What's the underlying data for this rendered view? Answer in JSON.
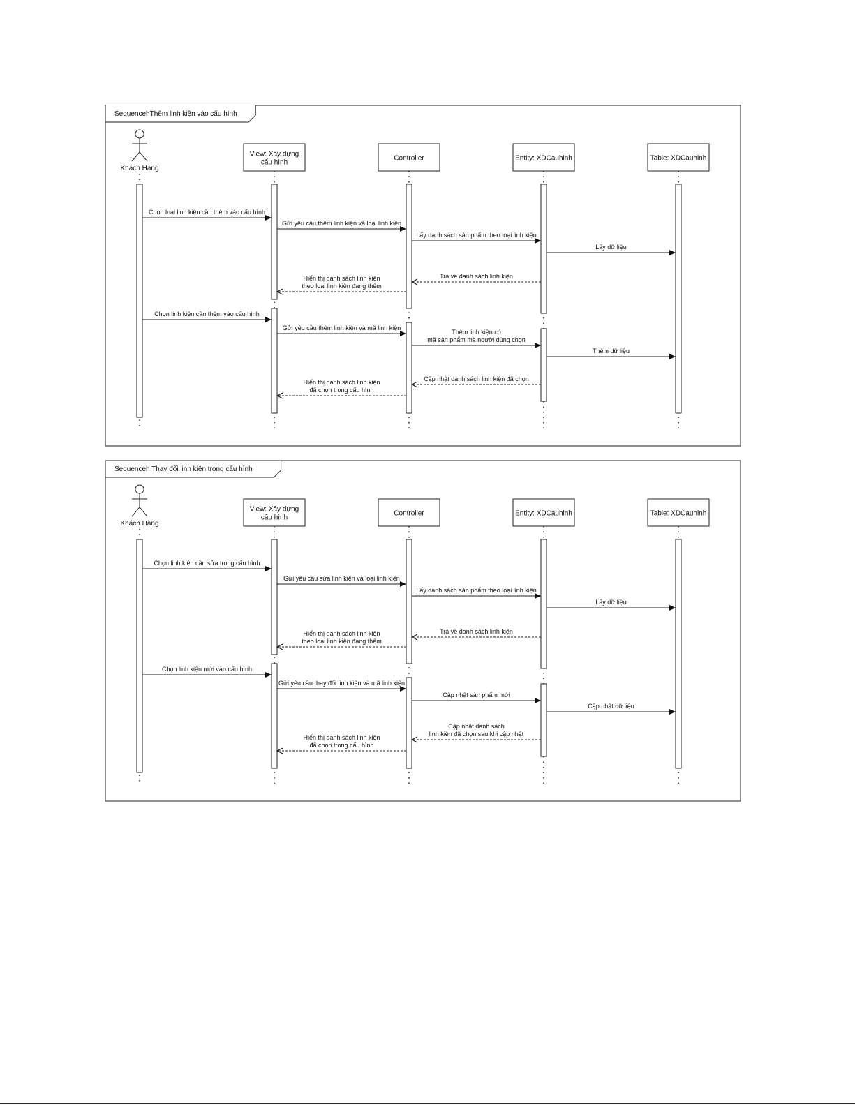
{
  "diagrams": [
    {
      "title": "SequencehThêm linh kiện vào cấu hình",
      "participants": [
        {
          "id": "kh",
          "label": [
            "Khách Hàng"
          ],
          "actor": true
        },
        {
          "id": "view",
          "label": [
            "View: Xây dựng",
            "cấu hình"
          ]
        },
        {
          "id": "ctrl",
          "label": [
            "Controller"
          ]
        },
        {
          "id": "entity",
          "label": [
            "Entity: XDCauhinh"
          ]
        },
        {
          "id": "table",
          "label": [
            "Table: XDCauhinh"
          ]
        }
      ],
      "messages": [
        {
          "from": "kh",
          "to": "view",
          "type": "sync",
          "label": [
            "Chọn loại linh kiện cần thêm vào cấu hình"
          ]
        },
        {
          "from": "view",
          "to": "ctrl",
          "type": "sync",
          "label": [
            "Gửi yêu cầu thêm linh kiện và loại linh kiện"
          ]
        },
        {
          "from": "ctrl",
          "to": "entity",
          "type": "sync",
          "label": [
            "Lấy danh sách sản phẩm theo loại linh kiện"
          ]
        },
        {
          "from": "entity",
          "to": "table",
          "type": "sync",
          "label": [
            "Lấy dữ liệu"
          ]
        },
        {
          "from": "entity",
          "to": "ctrl",
          "type": "reply",
          "label": [
            "Trả về danh sách linh kiện"
          ]
        },
        {
          "from": "ctrl",
          "to": "view",
          "type": "reply",
          "label": [
            "Hiển thị danh sách linh kiện",
            "theo loại linh kiện đang thêm"
          ]
        },
        {
          "from": "kh",
          "to": "view",
          "type": "sync",
          "label": [
            "Chọn linh kiện cần thêm vào cấu hình"
          ]
        },
        {
          "from": "view",
          "to": "ctrl",
          "type": "sync",
          "label": [
            "Gửi yêu cầu thêm linh kiện và mã linh kiện"
          ]
        },
        {
          "from": "ctrl",
          "to": "entity",
          "type": "sync",
          "label": [
            "Thêm linh kiện có",
            "mã sản phẩm mà người dùng chọn"
          ]
        },
        {
          "from": "entity",
          "to": "table",
          "type": "sync",
          "label": [
            "Thêm dữ liệu"
          ]
        },
        {
          "from": "entity",
          "to": "ctrl",
          "type": "reply",
          "label": [
            "Cập nhật danh sách linh kiện đã chọn"
          ]
        },
        {
          "from": "ctrl",
          "to": "view",
          "type": "reply",
          "label": [
            "Hiển thị danh sách linh kiện",
            "đã chọn trong cấu hình"
          ]
        }
      ]
    },
    {
      "title": "Sequenceh Thay đổi linh kiện trong cấu hình",
      "participants": [
        {
          "id": "kh",
          "label": [
            "Khách Hàng"
          ],
          "actor": true
        },
        {
          "id": "view",
          "label": [
            "View: Xây dựng",
            "cấu hình"
          ]
        },
        {
          "id": "ctrl",
          "label": [
            "Controller"
          ]
        },
        {
          "id": "entity",
          "label": [
            "Entity: XDCauhinh"
          ]
        },
        {
          "id": "table",
          "label": [
            "Table: XDCauhinh"
          ]
        }
      ],
      "messages": [
        {
          "from": "kh",
          "to": "view",
          "type": "sync",
          "label": [
            "Chọn linh kiện cần sửa trong cấu hình"
          ]
        },
        {
          "from": "view",
          "to": "ctrl",
          "type": "sync",
          "label": [
            "Gửi yêu cầu sửa linh kiện và loại linh kiện"
          ]
        },
        {
          "from": "ctrl",
          "to": "entity",
          "type": "sync",
          "label": [
            "Lấy danh sách sản phẩm theo loại linh kiện"
          ]
        },
        {
          "from": "entity",
          "to": "table",
          "type": "sync",
          "label": [
            "Lấy dữ liệu"
          ]
        },
        {
          "from": "entity",
          "to": "ctrl",
          "type": "reply",
          "label": [
            "Trả về danh sách linh kiện"
          ]
        },
        {
          "from": "ctrl",
          "to": "view",
          "type": "reply",
          "label": [
            "Hiển thị danh sách linh kiện",
            "theo loại linh kiện đang thêm"
          ]
        },
        {
          "from": "kh",
          "to": "view",
          "type": "sync",
          "label": [
            "Chọn linh kiện mới vào cấu hình"
          ]
        },
        {
          "from": "view",
          "to": "ctrl",
          "type": "sync",
          "label": [
            "Gửi yêu cầu thay đổi linh kiện và mã linh kiện"
          ]
        },
        {
          "from": "ctrl",
          "to": "entity",
          "type": "sync",
          "label": [
            "Cập nhật sản phẩm mới"
          ]
        },
        {
          "from": "entity",
          "to": "table",
          "type": "sync",
          "label": [
            "Cập nhật dữ liệu"
          ]
        },
        {
          "from": "entity",
          "to": "ctrl",
          "type": "reply",
          "label": [
            "Cập nhật danh sách",
            "linh kiện đã chọn sau khi cập nhật"
          ]
        },
        {
          "from": "ctrl",
          "to": "view",
          "type": "reply",
          "label": [
            "Hiển thị danh sách linh kiện",
            "đã chọn trong cấu hình"
          ]
        }
      ]
    }
  ]
}
